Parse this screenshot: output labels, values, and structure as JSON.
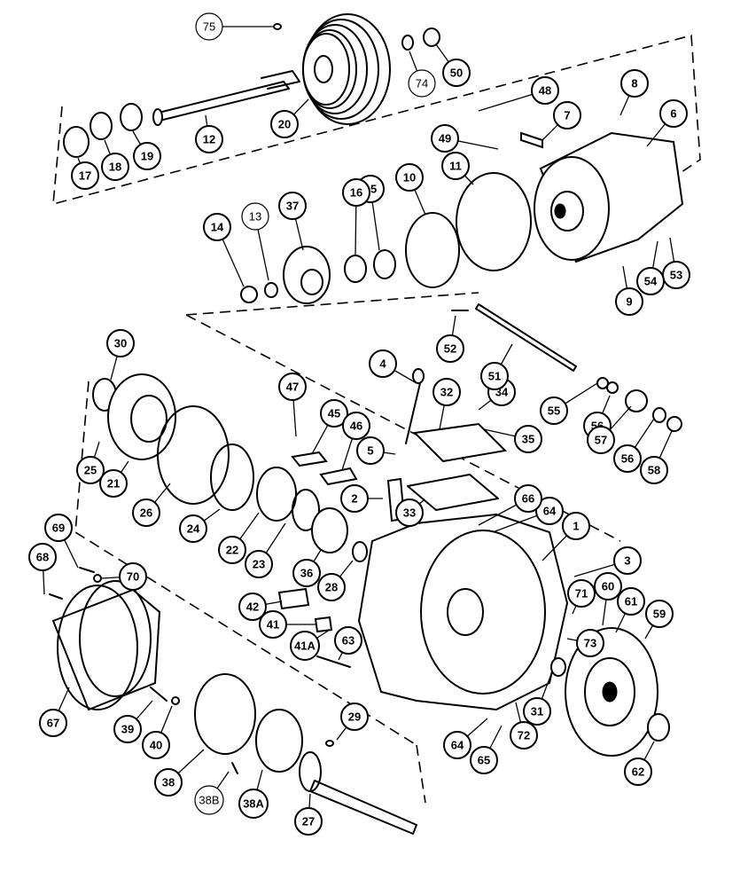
{
  "callouts": [
    {
      "id": "c1",
      "label": "1"
    },
    {
      "id": "c2",
      "label": "2"
    },
    {
      "id": "c3",
      "label": "3"
    },
    {
      "id": "c4",
      "label": "4"
    },
    {
      "id": "c5",
      "label": "5"
    },
    {
      "id": "c6",
      "label": "6"
    },
    {
      "id": "c7",
      "label": "7"
    },
    {
      "id": "c8",
      "label": "8"
    },
    {
      "id": "c9",
      "label": "9"
    },
    {
      "id": "c10",
      "label": "10"
    },
    {
      "id": "c11",
      "label": "11"
    },
    {
      "id": "c12",
      "label": "12"
    },
    {
      "id": "c13",
      "label": "13"
    },
    {
      "id": "c14",
      "label": "14"
    },
    {
      "id": "c15",
      "label": "15"
    },
    {
      "id": "c16",
      "label": "16"
    },
    {
      "id": "c17",
      "label": "17"
    },
    {
      "id": "c18",
      "label": "18"
    },
    {
      "id": "c19",
      "label": "19"
    },
    {
      "id": "c20",
      "label": "20"
    },
    {
      "id": "c21",
      "label": "21"
    },
    {
      "id": "c22",
      "label": "22"
    },
    {
      "id": "c23",
      "label": "23"
    },
    {
      "id": "c24",
      "label": "24"
    },
    {
      "id": "c25",
      "label": "25"
    },
    {
      "id": "c26",
      "label": "26"
    },
    {
      "id": "c27",
      "label": "27"
    },
    {
      "id": "c28",
      "label": "28"
    },
    {
      "id": "c29",
      "label": "29"
    },
    {
      "id": "c30",
      "label": "30"
    },
    {
      "id": "c31",
      "label": "31"
    },
    {
      "id": "c32",
      "label": "32"
    },
    {
      "id": "c33",
      "label": "33"
    },
    {
      "id": "c34",
      "label": "34"
    },
    {
      "id": "c35",
      "label": "35"
    },
    {
      "id": "c36",
      "label": "36"
    },
    {
      "id": "c37",
      "label": "37"
    },
    {
      "id": "c38",
      "label": "38"
    },
    {
      "id": "c38A",
      "label": "38A"
    },
    {
      "id": "c38B",
      "label": "38B"
    },
    {
      "id": "c39",
      "label": "39"
    },
    {
      "id": "c40",
      "label": "40"
    },
    {
      "id": "c41",
      "label": "41"
    },
    {
      "id": "c41A",
      "label": "41A"
    },
    {
      "id": "c42",
      "label": "42"
    },
    {
      "id": "c45",
      "label": "45"
    },
    {
      "id": "c46",
      "label": "46"
    },
    {
      "id": "c47",
      "label": "47"
    },
    {
      "id": "c48",
      "label": "48"
    },
    {
      "id": "c49",
      "label": "49"
    },
    {
      "id": "c50",
      "label": "50"
    },
    {
      "id": "c51",
      "label": "51"
    },
    {
      "id": "c52",
      "label": "52"
    },
    {
      "id": "c53",
      "label": "53"
    },
    {
      "id": "c54",
      "label": "54"
    },
    {
      "id": "c55",
      "label": "55"
    },
    {
      "id": "c56a",
      "label": "56"
    },
    {
      "id": "c56b",
      "label": "56"
    },
    {
      "id": "c57",
      "label": "57"
    },
    {
      "id": "c58",
      "label": "58"
    },
    {
      "id": "c59",
      "label": "59"
    },
    {
      "id": "c60",
      "label": "60"
    },
    {
      "id": "c61",
      "label": "61"
    },
    {
      "id": "c62",
      "label": "62"
    },
    {
      "id": "c63",
      "label": "63"
    },
    {
      "id": "c64a",
      "label": "64"
    },
    {
      "id": "c64b",
      "label": "64"
    },
    {
      "id": "c65",
      "label": "65"
    },
    {
      "id": "c66",
      "label": "66"
    },
    {
      "id": "c67",
      "label": "67"
    },
    {
      "id": "c68",
      "label": "68"
    },
    {
      "id": "c69",
      "label": "69"
    },
    {
      "id": "c70",
      "label": "70"
    },
    {
      "id": "c71",
      "label": "71"
    },
    {
      "id": "c72",
      "label": "72"
    },
    {
      "id": "c73",
      "label": "73"
    },
    {
      "id": "c74",
      "label": "74"
    },
    {
      "id": "c75",
      "label": "75"
    }
  ]
}
